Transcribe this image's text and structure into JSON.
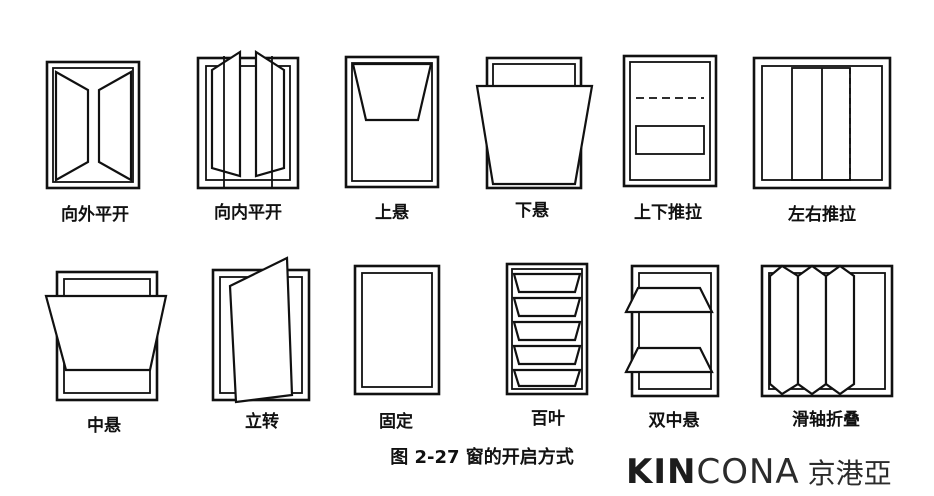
{
  "labels": {
    "row1": [
      "向外平开",
      "向内平开",
      "上悬",
      "下悬",
      "上下推拉",
      "左右推拉"
    ],
    "row2": [
      "中悬",
      "立转",
      "固定",
      "百叶",
      "双中悬",
      "滑轴折叠"
    ]
  },
  "caption": "图 2-27   窗的开启方式",
  "logo": {
    "strong": "KIN",
    "light": "CONA",
    "cn": "京港亞"
  }
}
